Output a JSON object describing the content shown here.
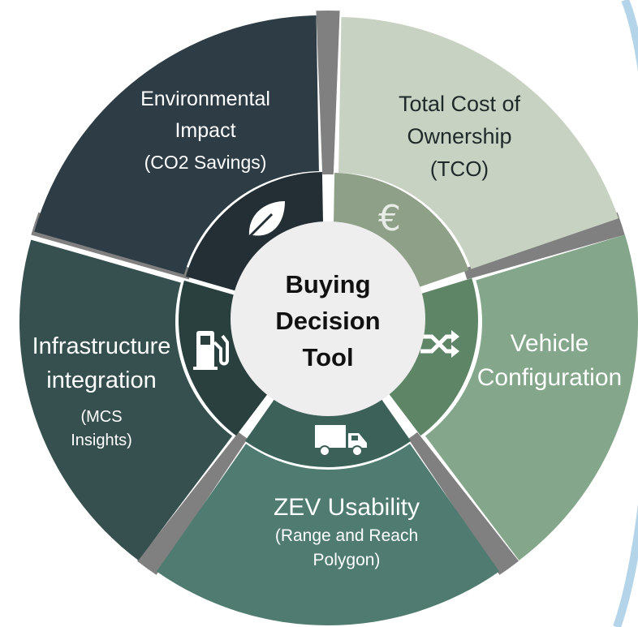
{
  "center": {
    "lines": [
      "Buying",
      "Decision",
      "Tool"
    ]
  },
  "segments": [
    {
      "id": "environmental-impact",
      "title_lines": [
        "Environmental",
        "Impact"
      ],
      "sub_lines": [
        "(CO2  Savings)"
      ],
      "icon": "leaf-icon",
      "color": "#2e3d45",
      "inner_color": "#232f35",
      "text_color": "#ffffff"
    },
    {
      "id": "total-cost-of-ownership",
      "title_lines": [
        "Total Cost of",
        "Ownership"
      ],
      "sub_lines": [
        "(TCO)"
      ],
      "icon": "euro-icon",
      "color": "#c8d2c2",
      "inner_color": "#8fa088",
      "text_color": "#1e2a2a"
    },
    {
      "id": "vehicle-configuration",
      "title_lines": [
        "Vehicle",
        "Configuration"
      ],
      "sub_lines": [],
      "icon": "shuffle-icon",
      "color": "#84a68a",
      "inner_color": "#5f8567",
      "text_color": "#ffffff"
    },
    {
      "id": "zev-usability",
      "title_lines": [
        "ZEV Usability"
      ],
      "sub_lines": [
        "(Range and Reach",
        "Polygon)"
      ],
      "icon": "truck-icon",
      "color": "#4f7b70",
      "inner_color": "#3c6158",
      "text_color": "#ffffff"
    },
    {
      "id": "infrastructure-integration",
      "title_lines": [
        "Infrastructure",
        "integration"
      ],
      "sub_lines": [
        "(MCS",
        "Insights)"
      ],
      "icon": "fuel-pump-icon",
      "color": "#35504f",
      "inner_color": "#2a403f",
      "text_color": "#ffffff"
    }
  ],
  "colors": {
    "center_fill": "#eeeeee",
    "gap_bar": "#808080",
    "accent_blue": "#b4d4ea"
  }
}
